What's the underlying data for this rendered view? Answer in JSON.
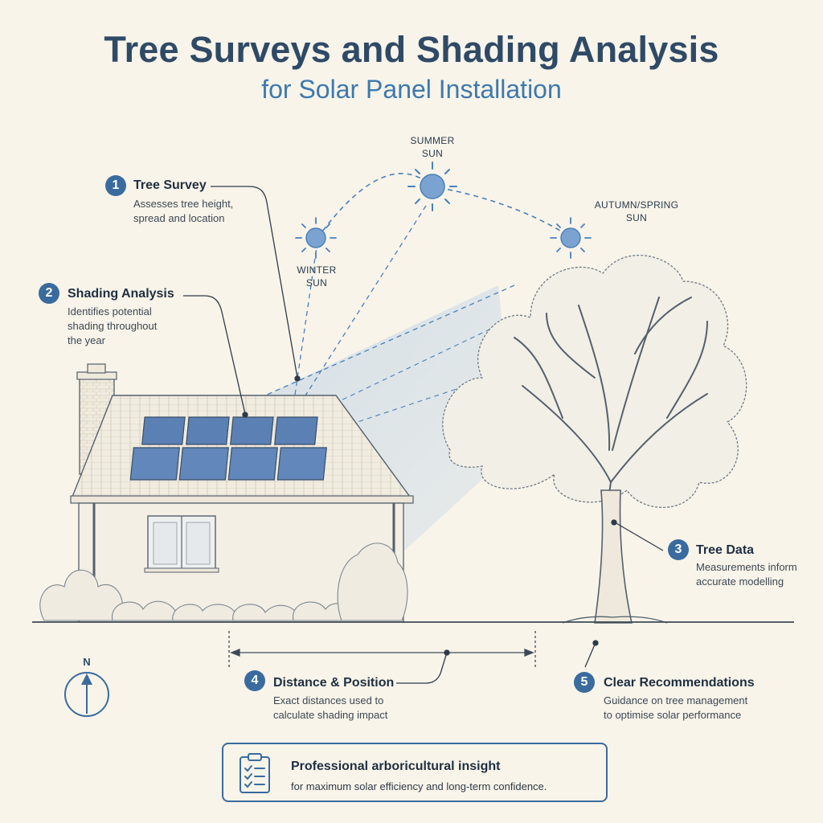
{
  "header": {
    "title": "Tree Surveys and Shading Analysis",
    "subtitle": "for Solar Panel Installation"
  },
  "suns": [
    {
      "label": "SUMMER\nSUN"
    },
    {
      "label": "WINTER\nSUN"
    },
    {
      "label": "AUTUMN/SPRING\nSUN"
    }
  ],
  "callouts": [
    {
      "number": "1",
      "title": "Tree Survey",
      "description": "Assesses tree height,\nspread and location"
    },
    {
      "number": "2",
      "title": "Shading Analysis",
      "description": "Identifies potential\nshading throughout\nthe year"
    },
    {
      "number": "3",
      "title": "Tree Data",
      "description": "Measurements inform\naccurate modelling"
    },
    {
      "number": "4",
      "title": "Distance & Position",
      "description": "Exact distances used to\ncalculate shading impact"
    },
    {
      "number": "5",
      "title": "Clear Recommendations",
      "description": "Guidance on tree management\nto optimise solar performance"
    }
  ],
  "compass": {
    "label": "N"
  },
  "insight": {
    "title": "Professional arboricultural insight",
    "description": "for maximum solar efficiency and long-term confidence."
  },
  "colors": {
    "accent": "#3a6b9e",
    "title": "#2f4a66",
    "subtitle": "#3d79ad",
    "background": "#f8f4ea",
    "panel": "#5b80b4"
  }
}
